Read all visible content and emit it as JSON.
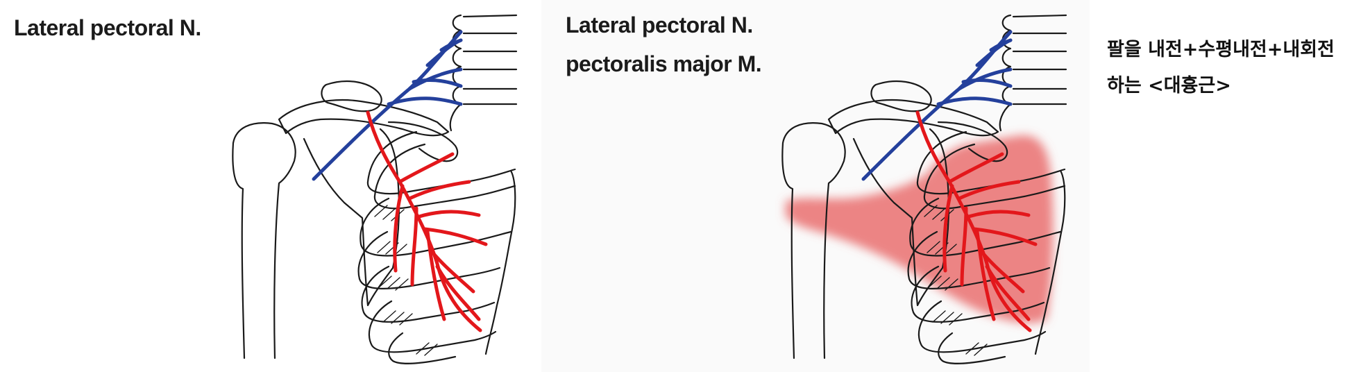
{
  "left_panel": {
    "title": "Lateral pectoral N."
  },
  "right_panel": {
    "title_line1": "Lateral pectoral N.",
    "title_line2": "pectoralis major M."
  },
  "note": {
    "line1": "팔을 내전+수평내전+내회전",
    "line2": "하는 <대흉근>"
  },
  "colors": {
    "nerve_plexus": "#24409c",
    "lateral_pectoral_nerve": "#e3171b",
    "pectoralis_major_highlight": "#e96a6a",
    "bone_outline": "#1a1a1a"
  }
}
